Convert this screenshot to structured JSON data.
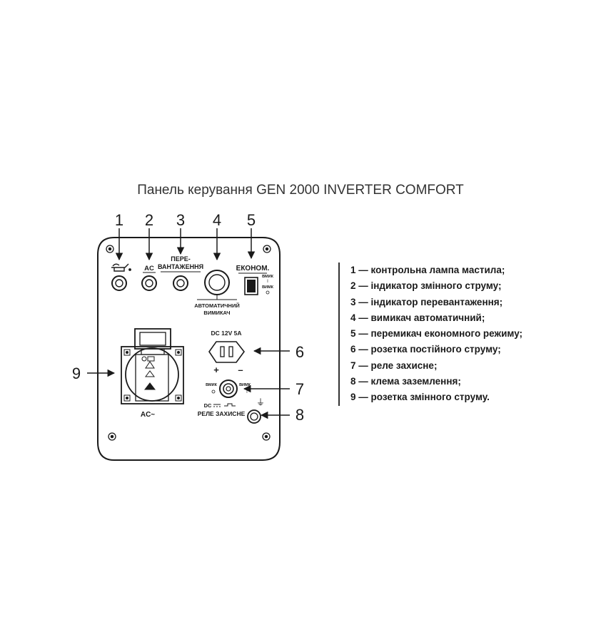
{
  "title": "Панель керування GEN 2000 INVERTER COMFORT",
  "callouts": [
    "1",
    "2",
    "3",
    "4",
    "5",
    "6",
    "7",
    "8",
    "9"
  ],
  "panel": {
    "ac_indicator_label": "AC",
    "overload_label_line1": "ПЕРЕ-",
    "overload_label_line2": "ВАНТАЖЕННЯ",
    "econom_label": "ЕКОНОМ.",
    "econom_on": "ВМИК",
    "econom_off": "ВИМК",
    "breaker_label_line1": "АВТОМАТИЧНИЙ",
    "breaker_label_line2": "ВИМИКАЧ",
    "dc_rating": "DC 12V 5A",
    "dc_plus": "+",
    "dc_minus": "–",
    "relay_on": "ВМИК",
    "relay_off": "ВИМК",
    "relay_dc": "DC",
    "relay_label": "РЕЛЕ ЗАХИСНЕ",
    "ac_socket_label": "AC~",
    "ground_symbol": "⏚"
  },
  "legend": [
    "1 — контрольна лампа мастила;",
    "2 — індикатор змінного струму;",
    "3 — індикатор перевантаження;",
    "4 — вимикач автоматичний;",
    "5 — перемикач економного режиму;",
    "6 — розетка постійного струму;",
    "7 — реле захисне;",
    "8 — клема заземлення;",
    "9 — розетка змінного струму."
  ]
}
